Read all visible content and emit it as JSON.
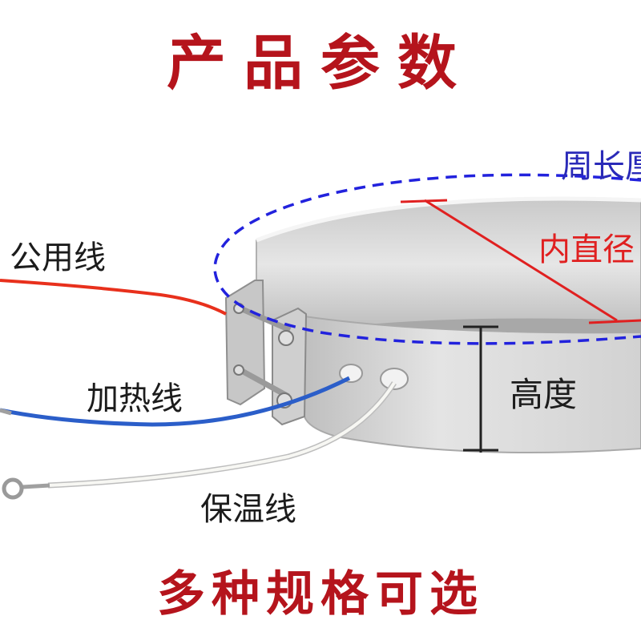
{
  "title": "产品参数",
  "footer": "多种规格可选",
  "labels": {
    "common_wire": "公用线",
    "heating_wire": "加热线",
    "insulation_wire": "保温线",
    "perimeter": "周长厚",
    "inner_diameter": "内直径",
    "height": "高度"
  },
  "colors": {
    "title_red": "#b5141c",
    "dashed_blue": "#2222dd",
    "measure_red": "#e02020",
    "wire_red": "#e8301c",
    "wire_blue": "#2b5ec9",
    "wire_white": "#f4f4f0",
    "band_metal": "#d9d9d9",
    "label_blue": "#2a2ab8"
  }
}
